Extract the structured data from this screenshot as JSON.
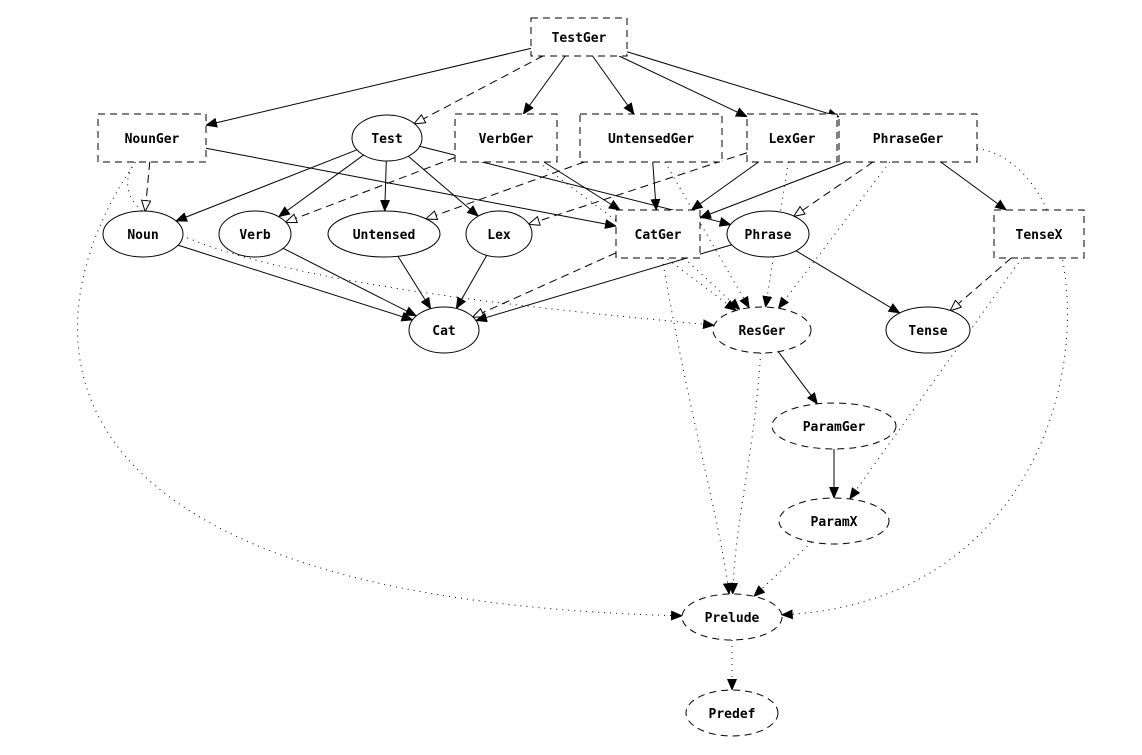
{
  "nodes": [
    {
      "id": "TestGer",
      "label": "TestGer",
      "shape": "box",
      "style": "dashed"
    },
    {
      "id": "NounGer",
      "label": "NounGer",
      "shape": "box",
      "style": "dashed"
    },
    {
      "id": "Test",
      "label": "Test",
      "shape": "ellipse",
      "style": "solid"
    },
    {
      "id": "VerbGer",
      "label": "VerbGer",
      "shape": "box",
      "style": "dashed"
    },
    {
      "id": "UntensedGer",
      "label": "UntensedGer",
      "shape": "box",
      "style": "dashed"
    },
    {
      "id": "LexGer",
      "label": "LexGer",
      "shape": "box",
      "style": "dashed"
    },
    {
      "id": "PhraseGer",
      "label": "PhraseGer",
      "shape": "box",
      "style": "dashed"
    },
    {
      "id": "Noun",
      "label": "Noun",
      "shape": "ellipse",
      "style": "solid"
    },
    {
      "id": "Verb",
      "label": "Verb",
      "shape": "ellipse",
      "style": "solid"
    },
    {
      "id": "Untensed",
      "label": "Untensed",
      "shape": "ellipse",
      "style": "solid"
    },
    {
      "id": "Lex",
      "label": "Lex",
      "shape": "ellipse",
      "style": "solid"
    },
    {
      "id": "CatGer",
      "label": "CatGer",
      "shape": "box",
      "style": "dashed"
    },
    {
      "id": "Phrase",
      "label": "Phrase",
      "shape": "ellipse",
      "style": "solid"
    },
    {
      "id": "TenseX",
      "label": "TenseX",
      "shape": "box",
      "style": "dashed"
    },
    {
      "id": "Cat",
      "label": "Cat",
      "shape": "ellipse",
      "style": "solid"
    },
    {
      "id": "ResGer",
      "label": "ResGer",
      "shape": "ellipse",
      "style": "dashed"
    },
    {
      "id": "Tense",
      "label": "Tense",
      "shape": "ellipse",
      "style": "solid"
    },
    {
      "id": "ParamGer",
      "label": "ParamGer",
      "shape": "ellipse",
      "style": "dashed"
    },
    {
      "id": "ParamX",
      "label": "ParamX",
      "shape": "ellipse",
      "style": "dashed"
    },
    {
      "id": "Prelude",
      "label": "Prelude",
      "shape": "ellipse",
      "style": "dashed"
    },
    {
      "id": "Predef",
      "label": "Predef",
      "shape": "ellipse",
      "style": "dashed"
    }
  ],
  "edges": [
    {
      "from": "TestGer",
      "to": "NounGer",
      "style": "solid"
    },
    {
      "from": "TestGer",
      "to": "Test",
      "style": "dashed-open"
    },
    {
      "from": "TestGer",
      "to": "VerbGer",
      "style": "solid"
    },
    {
      "from": "TestGer",
      "to": "UntensedGer",
      "style": "solid"
    },
    {
      "from": "TestGer",
      "to": "LexGer",
      "style": "solid"
    },
    {
      "from": "TestGer",
      "to": "PhraseGer",
      "style": "solid"
    },
    {
      "from": "NounGer",
      "to": "Noun",
      "style": "dashed-open"
    },
    {
      "from": "NounGer",
      "to": "CatGer",
      "style": "solid"
    },
    {
      "from": "NounGer",
      "to": "ResGer",
      "style": "dotted"
    },
    {
      "from": "NounGer",
      "to": "Prelude",
      "style": "dotted"
    },
    {
      "from": "Test",
      "to": "Noun",
      "style": "solid"
    },
    {
      "from": "Test",
      "to": "Verb",
      "style": "solid"
    },
    {
      "from": "Test",
      "to": "Untensed",
      "style": "solid"
    },
    {
      "from": "Test",
      "to": "Lex",
      "style": "solid"
    },
    {
      "from": "Test",
      "to": "Phrase",
      "style": "solid"
    },
    {
      "from": "VerbGer",
      "to": "Verb",
      "style": "dashed-open"
    },
    {
      "from": "VerbGer",
      "to": "CatGer",
      "style": "solid"
    },
    {
      "from": "VerbGer",
      "to": "ResGer",
      "style": "dotted"
    },
    {
      "from": "UntensedGer",
      "to": "Untensed",
      "style": "dashed-open"
    },
    {
      "from": "UntensedGer",
      "to": "CatGer",
      "style": "solid"
    },
    {
      "from": "UntensedGer",
      "to": "ResGer",
      "style": "dotted"
    },
    {
      "from": "LexGer",
      "to": "Lex",
      "style": "dashed-open"
    },
    {
      "from": "LexGer",
      "to": "CatGer",
      "style": "solid"
    },
    {
      "from": "LexGer",
      "to": "ResGer",
      "style": "dotted"
    },
    {
      "from": "PhraseGer",
      "to": "Phrase",
      "style": "dashed-open"
    },
    {
      "from": "PhraseGer",
      "to": "CatGer",
      "style": "solid"
    },
    {
      "from": "PhraseGer",
      "to": "TenseX",
      "style": "solid"
    },
    {
      "from": "PhraseGer",
      "to": "ResGer",
      "style": "dotted"
    },
    {
      "from": "PhraseGer",
      "to": "Prelude",
      "style": "dotted"
    },
    {
      "from": "Noun",
      "to": "Cat",
      "style": "solid"
    },
    {
      "from": "Verb",
      "to": "Cat",
      "style": "solid"
    },
    {
      "from": "Untensed",
      "to": "Cat",
      "style": "solid"
    },
    {
      "from": "Lex",
      "to": "Cat",
      "style": "solid"
    },
    {
      "from": "CatGer",
      "to": "Cat",
      "style": "dashed-open"
    },
    {
      "from": "CatGer",
      "to": "ResGer",
      "style": "dotted"
    },
    {
      "from": "CatGer",
      "to": "Prelude",
      "style": "dotted"
    },
    {
      "from": "Phrase",
      "to": "Cat",
      "style": "solid"
    },
    {
      "from": "Phrase",
      "to": "Tense",
      "style": "solid"
    },
    {
      "from": "TenseX",
      "to": "Tense",
      "style": "dashed-open"
    },
    {
      "from": "TenseX",
      "to": "ParamX",
      "style": "dotted"
    },
    {
      "from": "ResGer",
      "to": "ParamGer",
      "style": "solid"
    },
    {
      "from": "ResGer",
      "to": "Prelude",
      "style": "dotted"
    },
    {
      "from": "ParamGer",
      "to": "ParamX",
      "style": "solid"
    },
    {
      "from": "ParamX",
      "to": "Prelude",
      "style": "dotted"
    },
    {
      "from": "Prelude",
      "to": "Predef",
      "style": "dotted"
    }
  ]
}
